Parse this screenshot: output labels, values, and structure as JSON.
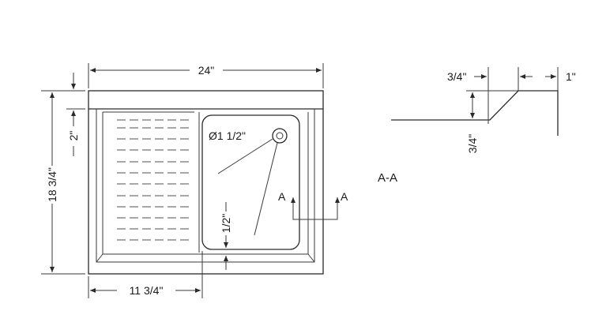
{
  "dimensions": {
    "width": "24\"",
    "height": "18 3/4\"",
    "top_offset": "2\"",
    "drainboard_width": "11 3/4\"",
    "drain_diameter": "Ø1 1/2\"",
    "bowl_depth_label": "1/2\""
  },
  "section": {
    "marker_left": "A",
    "marker_right": "A",
    "title": "A-A",
    "dim_left": "3/4\"",
    "dim_right": "1\"",
    "dim_vertical": "3/4\""
  }
}
